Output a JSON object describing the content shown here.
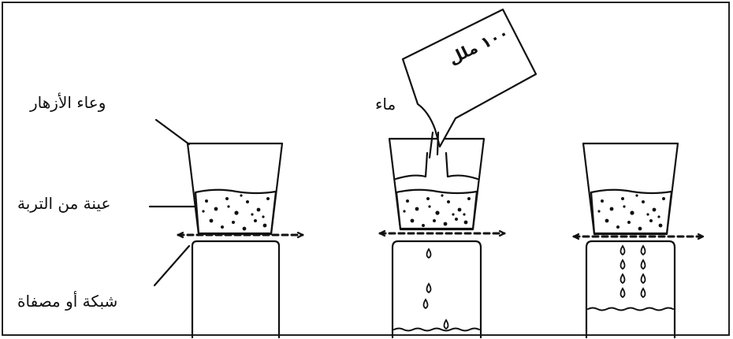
{
  "labels": {
    "flower_pot": "وعاء الأزهار",
    "soil_sample": "عينة من التربة",
    "mesh_or_strainer": "شبكة أو مصفاة",
    "water": "ماء",
    "volume": "١٠٠ ملل"
  },
  "colors": {
    "line": "#111111",
    "background": "#ffffff"
  }
}
